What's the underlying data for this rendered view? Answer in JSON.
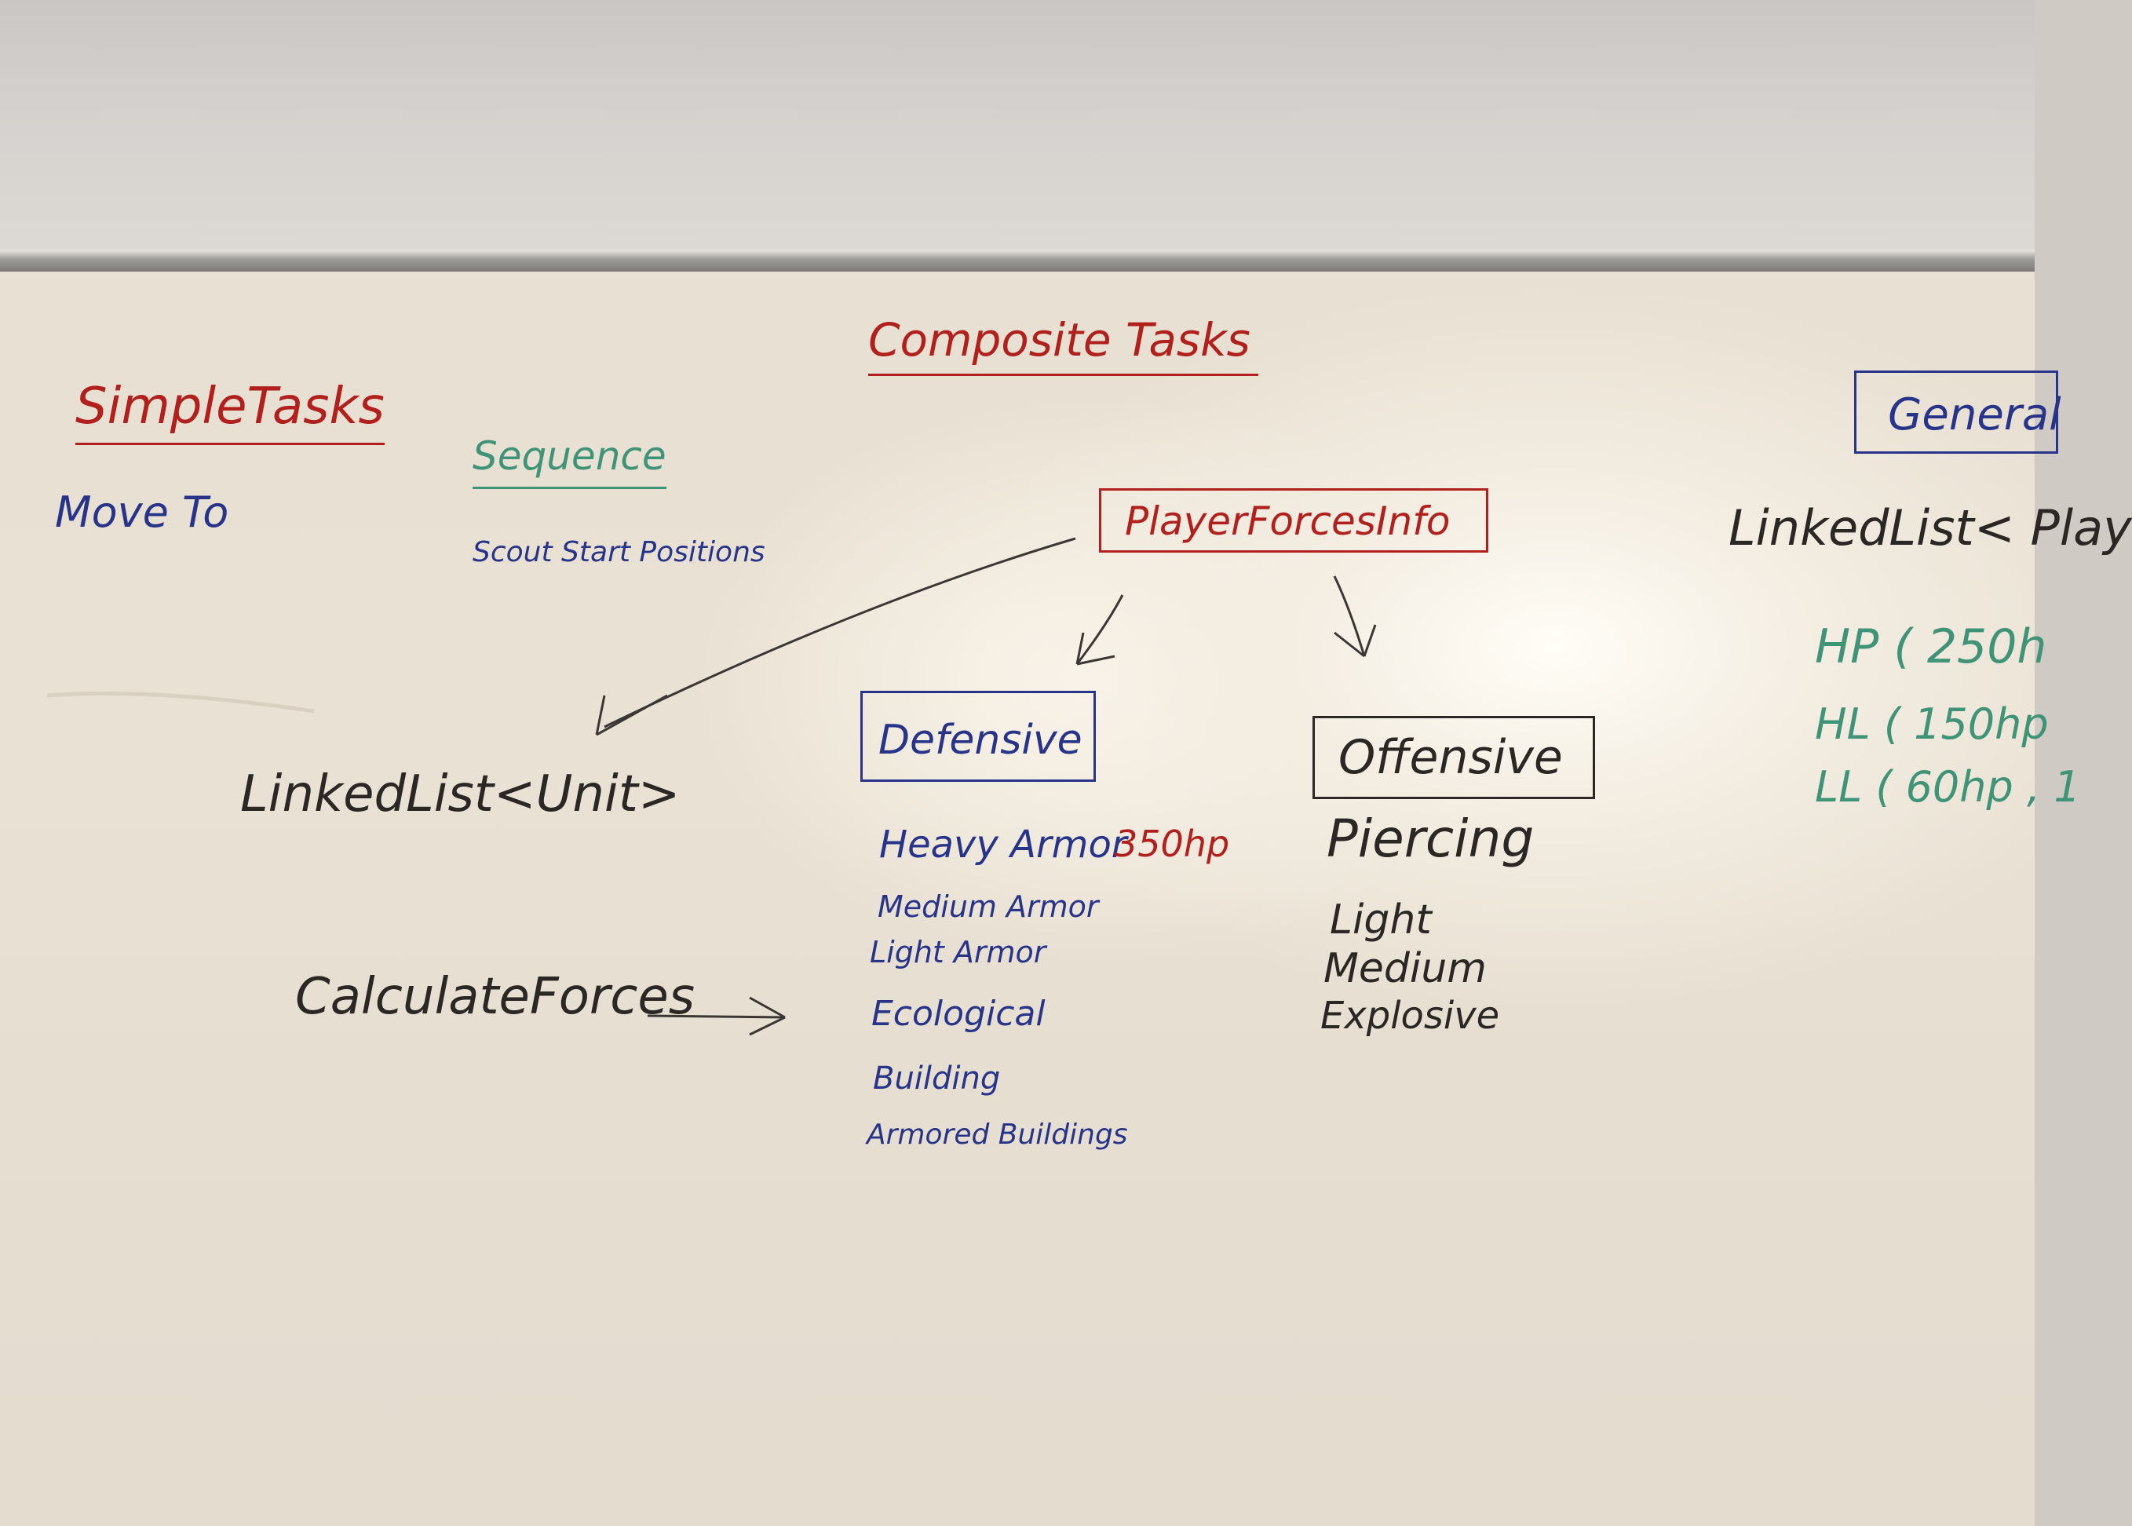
{
  "board": {
    "composite_title": "Composite Tasks",
    "simple_title": "SimpleTasks",
    "simple_items": [
      "Move To"
    ],
    "sequence_title": "Sequence",
    "sequence_items": [
      "Scout Start Positions"
    ],
    "root_node": "PlayerForcesInfo",
    "linked_list_unit": "LinkedList<Unit>",
    "calculate_forces": "CalculateForces",
    "defensive": {
      "title": "Defensive",
      "items": [
        "Heavy Armor",
        "Medium Armor",
        "Light Armor",
        "Ecological",
        "Building",
        "Armored Buildings"
      ],
      "note": "350hp"
    },
    "offensive": {
      "title": "Offensive",
      "items": [
        "Piercing",
        "Light",
        "Medium",
        "Explosive"
      ]
    },
    "general": {
      "title": "General",
      "linked_list": "LinkedList< Play",
      "rows": [
        "HP ( 250h",
        "HL ( 150hp",
        "LL ( 60hp , 1"
      ]
    }
  },
  "colors": {
    "red": "#b1201c",
    "blue": "#27348a",
    "green": "#3f9477",
    "black": "#2a2724"
  }
}
